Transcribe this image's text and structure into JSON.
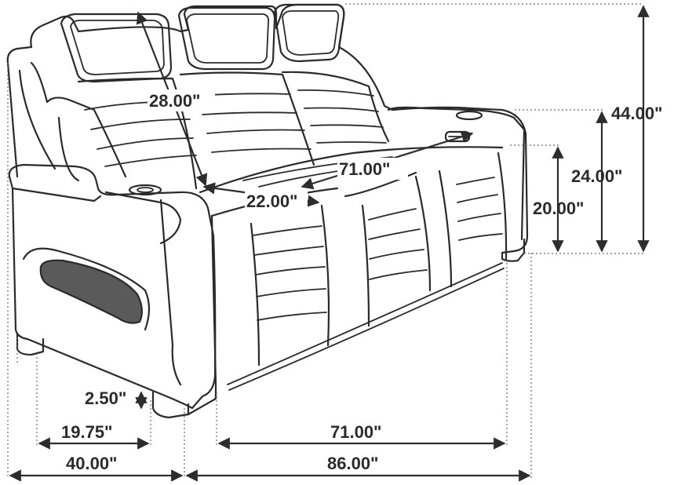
{
  "colors": {
    "line": "#2a2a2a",
    "dimension": "#2d2d2d",
    "background": "#ffffff",
    "speaker_grille": "#5a5a5a"
  },
  "dimensions": {
    "overall_height": "44.00\"",
    "arm_height": "24.00\"",
    "seat_height": "20.00\"",
    "back_height": "28.00\"",
    "seat_width": "71.00\"",
    "seat_depth": "22.00\"",
    "leg_height": "2.50\"",
    "clearance_depth": "19.75\"",
    "base_width": "71.00\"",
    "overall_depth": "40.00\"",
    "overall_width": "86.00\""
  }
}
